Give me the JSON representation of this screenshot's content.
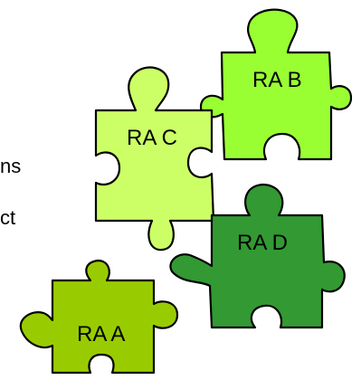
{
  "background_text_fragments": [
    "ns",
    "ct"
  ],
  "pieces": [
    {
      "id": "ra-b",
      "label": "RA B",
      "color": "#99ff33"
    },
    {
      "id": "ra-c",
      "label": "RA C",
      "color": "#ccff66"
    },
    {
      "id": "ra-d",
      "label": "RA D",
      "color": "#339933"
    },
    {
      "id": "ra-a",
      "label": "RA A",
      "color": "#99cc00"
    }
  ]
}
